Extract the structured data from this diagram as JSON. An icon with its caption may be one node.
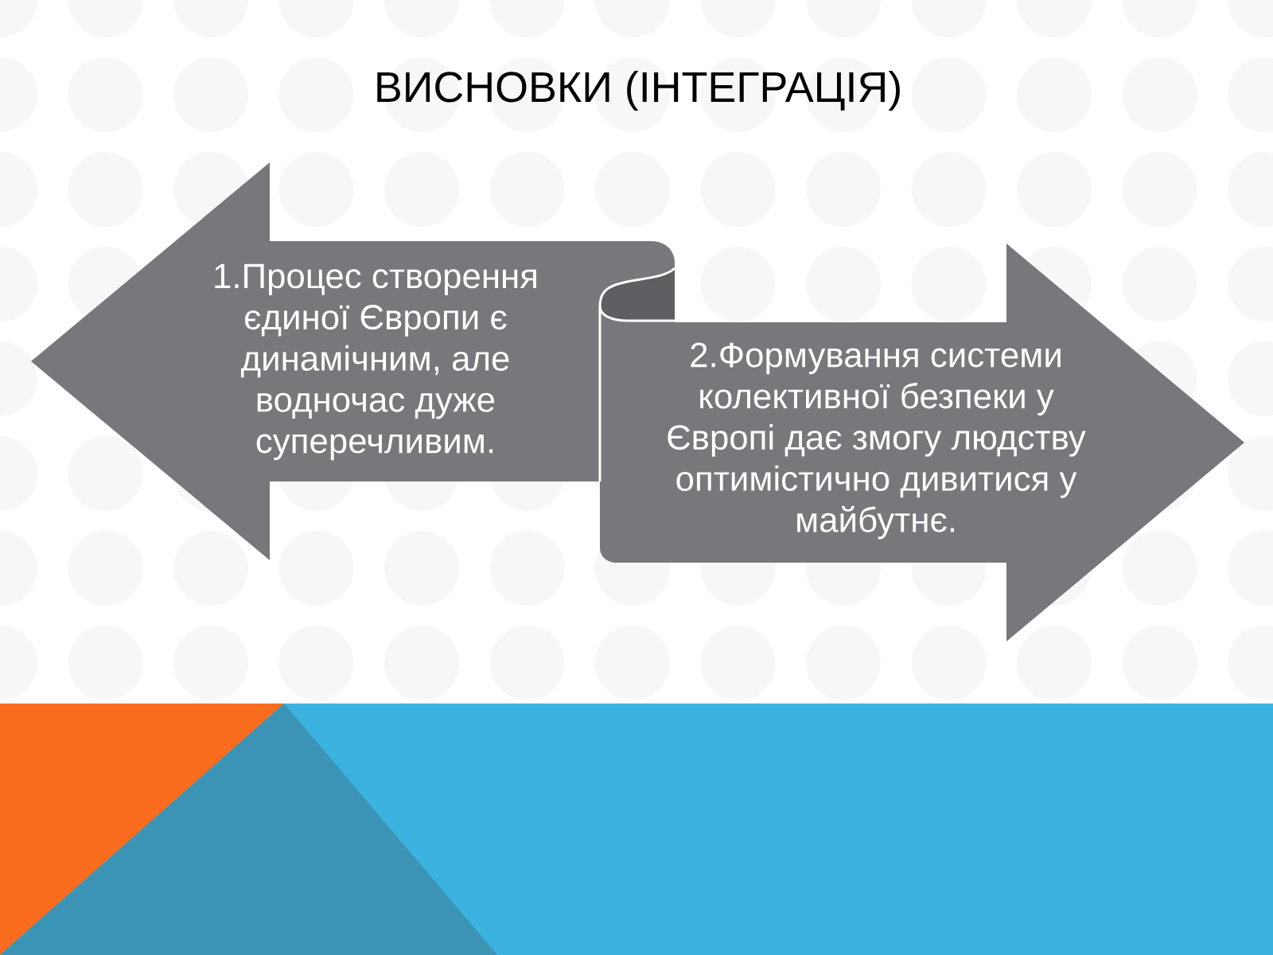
{
  "diagram": {
    "title": "ВИСНОВКИ (ІНТЕГРАЦІЯ)",
    "nodes": [
      {
        "text": [
          "1.Процес створення єдиної Європи є динамічним, але водночас дуже суперечливим."
        ]
      },
      {
        "text": [
          "2.Формування системи колективної безпеки у Європі дає змогу людству оптимістично дивитися у майбутнє."
        ]
      }
    ]
  }
}
